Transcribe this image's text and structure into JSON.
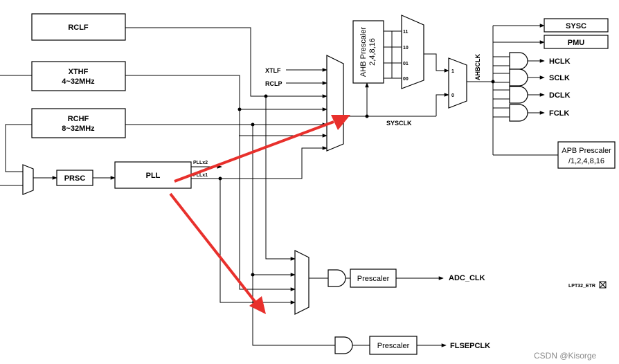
{
  "blocks": {
    "rclf": "RCLF",
    "xthf_line1": "XTHF",
    "xthf_line2": "4~32MHz",
    "rchf_line1": "RCHF",
    "rchf_line2": "8~32MHz",
    "prsc": "PRSC",
    "pll": "PLL",
    "ahb_prescaler_line1": "AHB Prescaler",
    "ahb_prescaler_line2": "2,4,8,16",
    "sysc": "SYSC",
    "pmu": "PMU",
    "apb_prescaler_line1": "APB Prescaler",
    "apb_prescaler_line2": "/1,2,4,8,16",
    "adc_prescaler": "Prescaler",
    "flsep_prescaler": "Prescaler"
  },
  "signals": {
    "xtlf": "XTLF",
    "rclp": "RCLP",
    "pllx2": "PLLx2",
    "pllx1": "PLLx1",
    "sysclk": "SYSCLK",
    "ahbclk": "AHBCLK",
    "hclk": "HCLK",
    "sclk": "SCLK",
    "dclk": "DCLK",
    "fclk": "FCLK",
    "adc_clk": "ADC_CLK",
    "flsepclk": "FLSEPCLK",
    "lpt32_etr": "LPT32_ETR"
  },
  "mux_inputs": {
    "ahb_sel": [
      "11",
      "10",
      "01",
      "00"
    ],
    "final_sel": [
      "1",
      "0"
    ]
  },
  "watermark": "CSDN @Kisorge",
  "colors": {
    "annotation_arrow": "#e8302c"
  }
}
